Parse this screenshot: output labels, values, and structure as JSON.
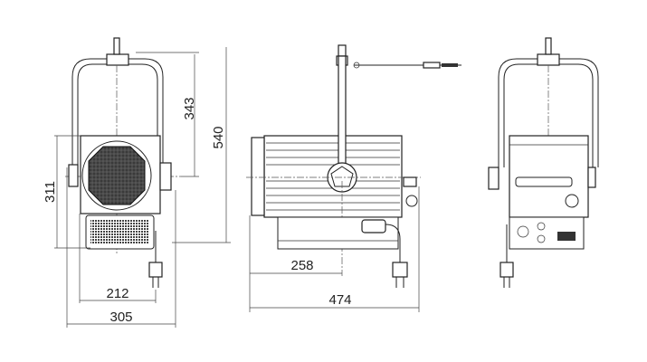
{
  "dimensions": {
    "front": {
      "yoke_height": "343",
      "total_height": "540",
      "body_height": "311",
      "body_width": "212",
      "total_width": "305"
    },
    "side": {
      "pivot_offset": "258",
      "total_length": "474"
    }
  }
}
